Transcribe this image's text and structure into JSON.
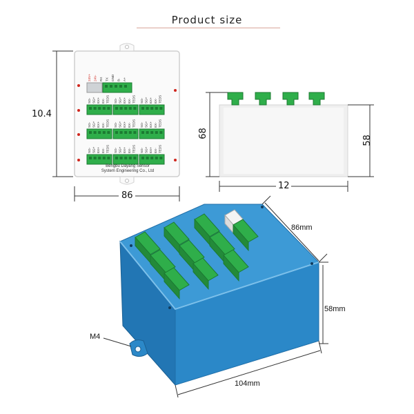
{
  "title": "Product size",
  "top_view": {
    "height_label": "10.4",
    "width_label": "86",
    "company_line1": "Bengbu Dayang Sensor",
    "company_line2": "System Engineering Co., Ltd",
    "power_terminal_labels": [
      "24V+",
      "24V-",
      "RX",
      "TX",
      "GND",
      "B-",
      "A+"
    ],
    "channel_terminal_labels": [
      "SG-",
      "SG+",
      "EX+",
      "EX-",
      "TEDS"
    ]
  },
  "side_view": {
    "left_height_label": "68",
    "right_height_label": "58",
    "width_label": "12"
  },
  "iso_view": {
    "depth_label": "86mm",
    "height_label": "58mm",
    "length_label": "104mm",
    "screw_label": "M4"
  },
  "colors": {
    "terminal_green": "#2fae4a",
    "enclosure_blue": "#2b88c8",
    "title_rule": "#d9a49a"
  }
}
